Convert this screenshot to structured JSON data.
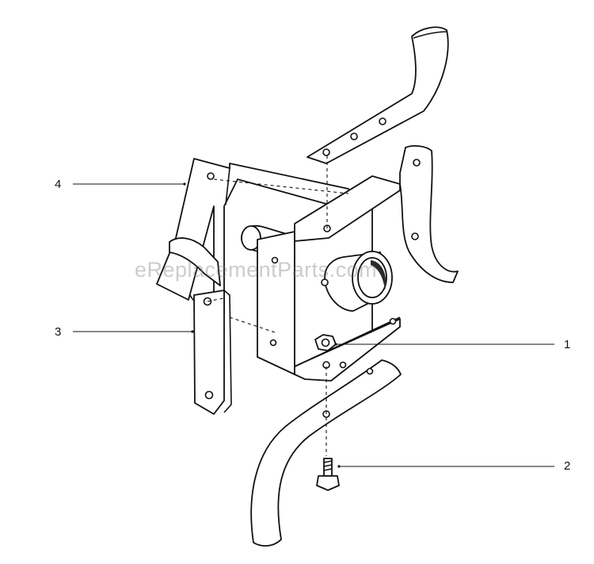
{
  "diagram": {
    "watermark": "eReplacementParts.com",
    "callouts": [
      {
        "id": "part-1",
        "label": "1"
      },
      {
        "id": "part-2",
        "label": "2"
      },
      {
        "id": "part-3",
        "label": "3"
      },
      {
        "id": "part-4",
        "label": "4"
      }
    ]
  },
  "colors": {
    "line": "#111111",
    "background": "#ffffff",
    "watermark": "#8a8a8a"
  }
}
